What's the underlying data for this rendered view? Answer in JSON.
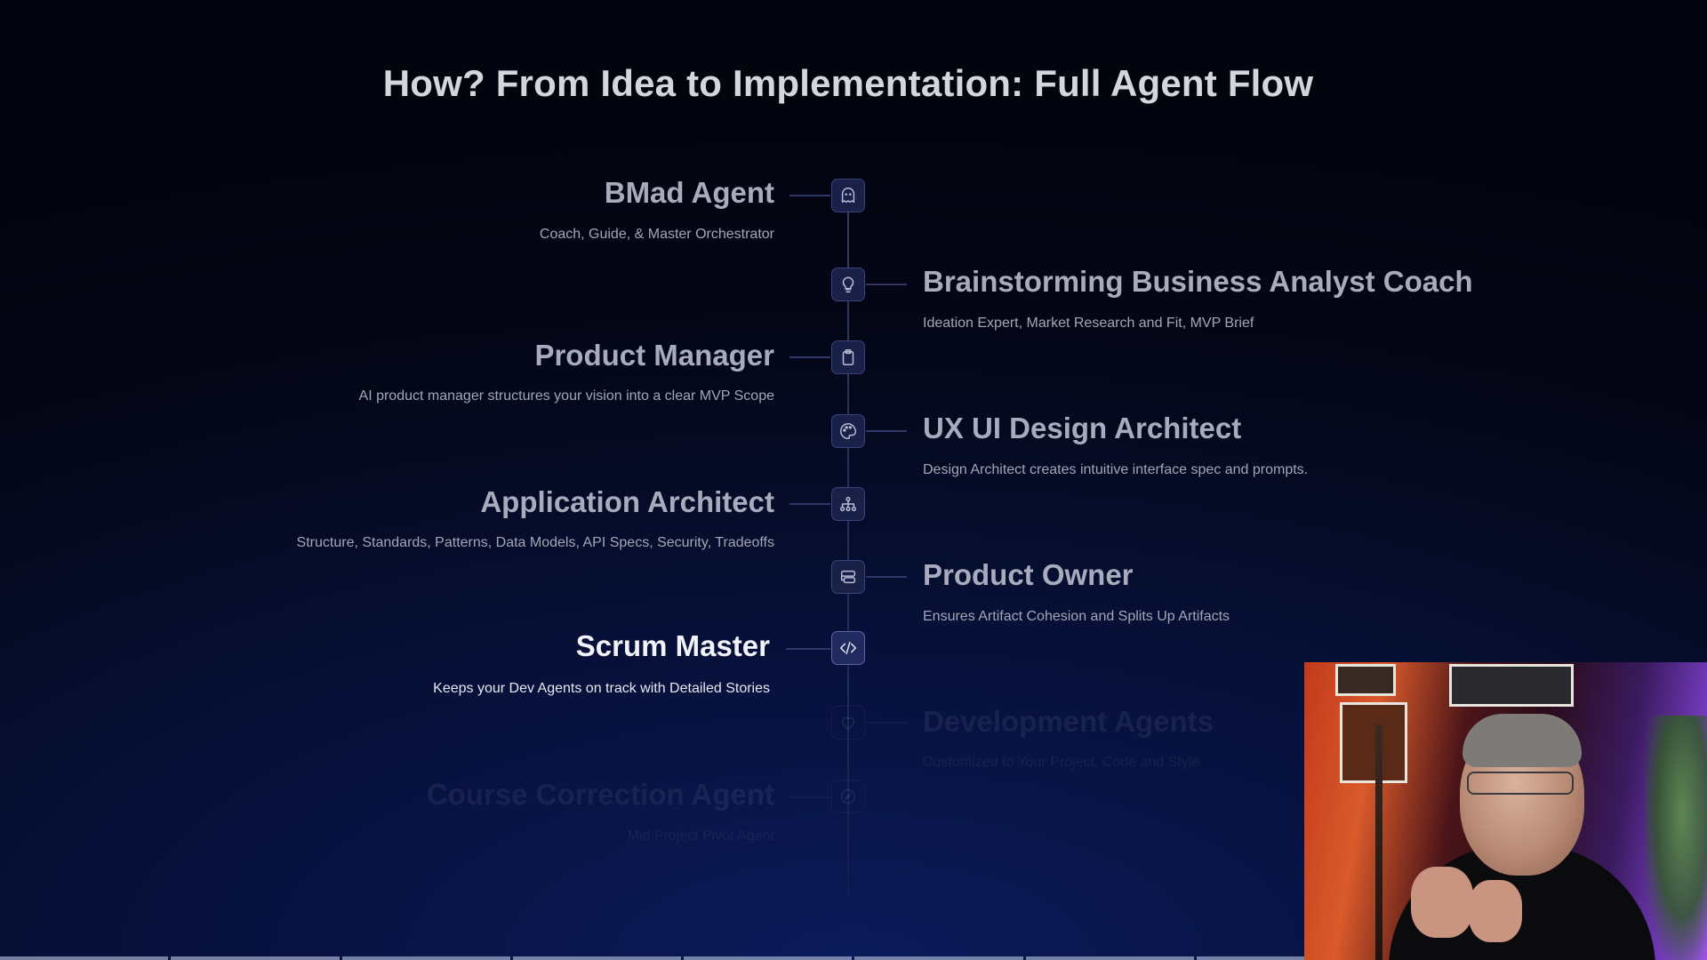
{
  "slide": {
    "title": "How? From Idea to Implementation: Full Agent Flow"
  },
  "agents": [
    {
      "name": "BMad Agent",
      "description": "Coach, Guide, & Master Orchestrator",
      "side": "left",
      "icon": "ghost-icon",
      "state": "normal"
    },
    {
      "name": "Brainstorming Business Analyst Coach",
      "description": "Ideation Expert, Market Research and Fit, MVP Brief",
      "side": "right",
      "icon": "lightbulb-icon",
      "state": "normal"
    },
    {
      "name": "Product Manager",
      "description": "AI product manager structures your vision into a clear MVP Scope",
      "side": "left",
      "icon": "clipboard-icon",
      "state": "normal"
    },
    {
      "name": "UX UI Design Architect",
      "description": "Design Architect creates intuitive interface spec and prompts.",
      "side": "right",
      "icon": "palette-icon",
      "state": "normal"
    },
    {
      "name": "Application Architect",
      "description": "Structure, Standards, Patterns, Data Models, API Specs, Security, Tradeoffs",
      "side": "left",
      "icon": "network-icon",
      "state": "normal"
    },
    {
      "name": "Product Owner",
      "description": "Ensures Artifact Cohesion and Splits Up Artifacts",
      "side": "right",
      "icon": "split-card-icon",
      "state": "normal"
    },
    {
      "name": "Scrum Master",
      "description": "Keeps your Dev Agents on track with Detailed Stories",
      "side": "left",
      "icon": "code-icon",
      "state": "active"
    },
    {
      "name": "Development Agents",
      "description": "Customized to Your Project, Code and Style",
      "side": "right",
      "icon": "heart-icon",
      "state": "faded"
    },
    {
      "name": "Course Correction Agent",
      "description": "Mid Project Pivot Agent",
      "side": "left",
      "icon": "compass-icon",
      "state": "faded"
    }
  ],
  "progress": {
    "segments": 10
  },
  "webcam": {
    "icon": "presenter-webcam-feed"
  },
  "colors": {
    "background": "#040718",
    "accent": "#1a2148",
    "title": "#d4d6de",
    "active_text": "#f2f3f8"
  }
}
